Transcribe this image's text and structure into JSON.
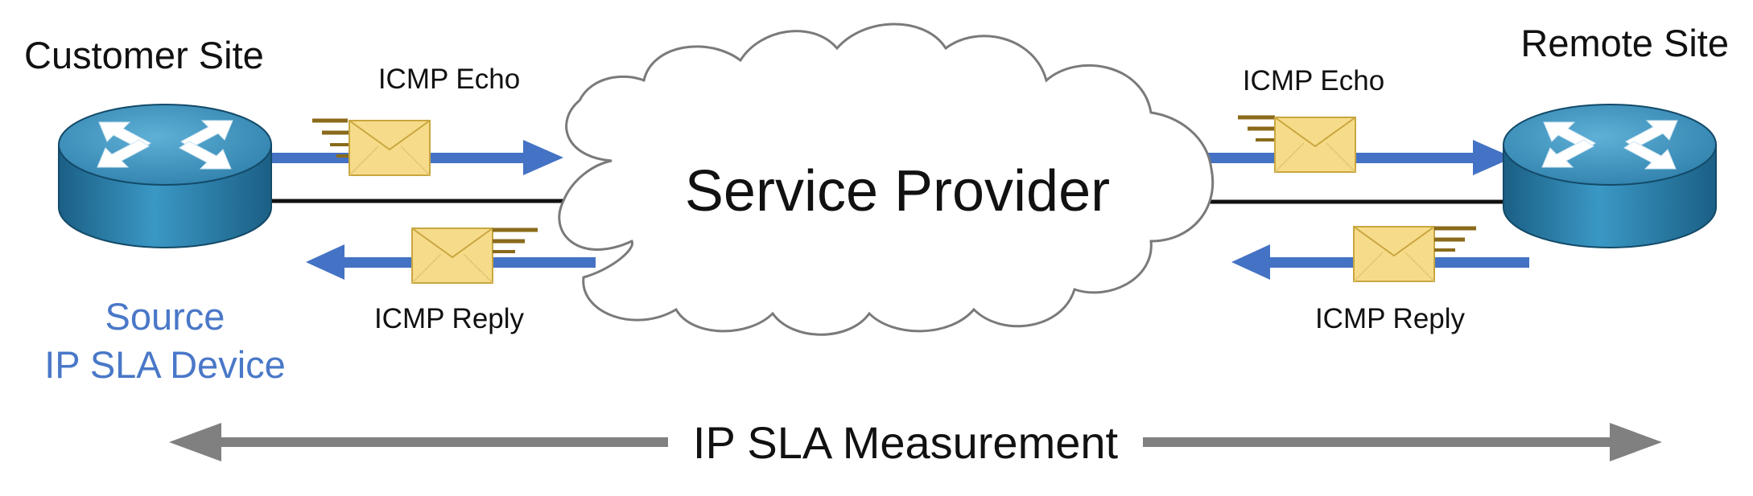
{
  "left_site": {
    "title": "Customer Site",
    "role_line1": "Source",
    "role_line2": "IP SLA Device"
  },
  "right_site": {
    "title": "Remote Site"
  },
  "cloud": {
    "label": "Service Provider"
  },
  "messages": {
    "left_echo": "ICMP Echo",
    "left_reply": "ICMP Reply",
    "right_echo": "ICMP Echo",
    "right_reply": "ICMP Reply"
  },
  "measurement": {
    "label": "IP SLA Measurement"
  },
  "colors": {
    "arrow_blue": "#4472c4",
    "source_text": "#4a78c8",
    "envelope_fill": "#f6dc8a",
    "envelope_stroke": "#c9a640",
    "speed_lines": "#8a6a1a",
    "router_top": "#3d90b8",
    "router_side": "#2a7aa4",
    "measure_gray": "#808080"
  }
}
